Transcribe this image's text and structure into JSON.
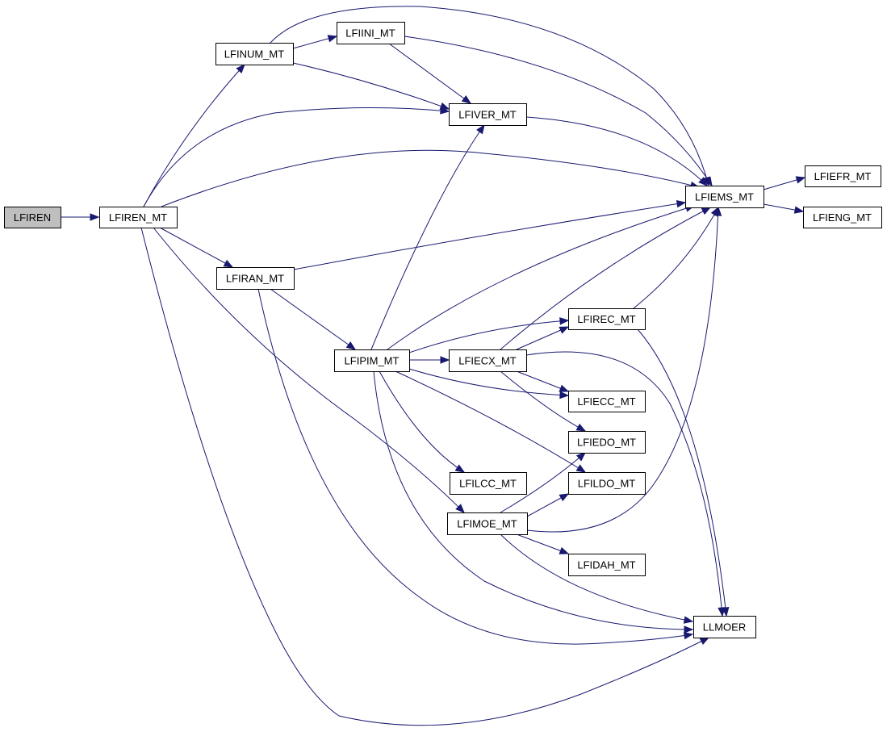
{
  "colors": {
    "edge": "#191970",
    "node_border": "#000000",
    "node_fill": "#ffffff",
    "root_fill": "#bfbfbf",
    "background": "#ffffff"
  },
  "nodes": [
    {
      "id": "LFIREN",
      "label": "LFIREN",
      "root": true
    },
    {
      "id": "LFIREN_MT",
      "label": "LFIREN_MT"
    },
    {
      "id": "LFINUM_MT",
      "label": "LFINUM_MT"
    },
    {
      "id": "LFIINI_MT",
      "label": "LFIINI_MT"
    },
    {
      "id": "LFIVER_MT",
      "label": "LFIVER_MT"
    },
    {
      "id": "LFIEMS_MT",
      "label": "LFIEMS_MT"
    },
    {
      "id": "LFIEFR_MT",
      "label": "LFIEFR_MT"
    },
    {
      "id": "LFIENG_MT",
      "label": "LFIENG_MT"
    },
    {
      "id": "LFIRAN_MT",
      "label": "LFIRAN_MT"
    },
    {
      "id": "LFIPIM_MT",
      "label": "LFIPIM_MT"
    },
    {
      "id": "LFIECX_MT",
      "label": "LFIECX_MT"
    },
    {
      "id": "LFIREC_MT",
      "label": "LFIREC_MT"
    },
    {
      "id": "LFIECC_MT",
      "label": "LFIECC_MT"
    },
    {
      "id": "LFIEDO_MT",
      "label": "LFIEDO_MT"
    },
    {
      "id": "LFILDO_MT",
      "label": "LFILDO_MT"
    },
    {
      "id": "LFILCC_MT",
      "label": "LFILCC_MT"
    },
    {
      "id": "LFIMOE_MT",
      "label": "LFIMOE_MT"
    },
    {
      "id": "LFIDAH_MT",
      "label": "LFIDAH_MT"
    },
    {
      "id": "LLMOER",
      "label": "LLMOER"
    }
  ],
  "edges": [
    [
      "LFIREN",
      "LFIREN_MT"
    ],
    [
      "LFIREN_MT",
      "LFINUM_MT"
    ],
    [
      "LFIREN_MT",
      "LFIVER_MT"
    ],
    [
      "LFIREN_MT",
      "LFIEMS_MT"
    ],
    [
      "LFIREN_MT",
      "LFIRAN_MT"
    ],
    [
      "LFIREN_MT",
      "LFIMOE_MT"
    ],
    [
      "LFIREN_MT",
      "LLMOER"
    ],
    [
      "LFINUM_MT",
      "LFIINI_MT"
    ],
    [
      "LFINUM_MT",
      "LFIVER_MT"
    ],
    [
      "LFINUM_MT",
      "LFIEMS_MT"
    ],
    [
      "LFIINI_MT",
      "LFIVER_MT"
    ],
    [
      "LFIINI_MT",
      "LFIEMS_MT"
    ],
    [
      "LFIVER_MT",
      "LFIEMS_MT"
    ],
    [
      "LFIEMS_MT",
      "LFIEFR_MT"
    ],
    [
      "LFIEMS_MT",
      "LFIENG_MT"
    ],
    [
      "LFIRAN_MT",
      "LFIEMS_MT"
    ],
    [
      "LFIRAN_MT",
      "LFIPIM_MT"
    ],
    [
      "LFIRAN_MT",
      "LLMOER"
    ],
    [
      "LFIPIM_MT",
      "LFIVER_MT"
    ],
    [
      "LFIPIM_MT",
      "LFIEMS_MT"
    ],
    [
      "LFIPIM_MT",
      "LFIREC_MT"
    ],
    [
      "LFIPIM_MT",
      "LFIECX_MT"
    ],
    [
      "LFIPIM_MT",
      "LFIECC_MT"
    ],
    [
      "LFIPIM_MT",
      "LFILDO_MT"
    ],
    [
      "LFIPIM_MT",
      "LFILCC_MT"
    ],
    [
      "LFIPIM_MT",
      "LLMOER"
    ],
    [
      "LFIECX_MT",
      "LFIEMS_MT"
    ],
    [
      "LFIECX_MT",
      "LFIREC_MT"
    ],
    [
      "LFIECX_MT",
      "LFIECC_MT"
    ],
    [
      "LFIECX_MT",
      "LFIEDO_MT"
    ],
    [
      "LFIECX_MT",
      "LLMOER"
    ],
    [
      "LFIREC_MT",
      "LFIEMS_MT"
    ],
    [
      "LFIREC_MT",
      "LLMOER"
    ],
    [
      "LFIMOE_MT",
      "LFIEMS_MT"
    ],
    [
      "LFIMOE_MT",
      "LFIEDO_MT"
    ],
    [
      "LFIMOE_MT",
      "LFILDO_MT"
    ],
    [
      "LFIMOE_MT",
      "LFIDAH_MT"
    ],
    [
      "LFIMOE_MT",
      "LLMOER"
    ]
  ]
}
